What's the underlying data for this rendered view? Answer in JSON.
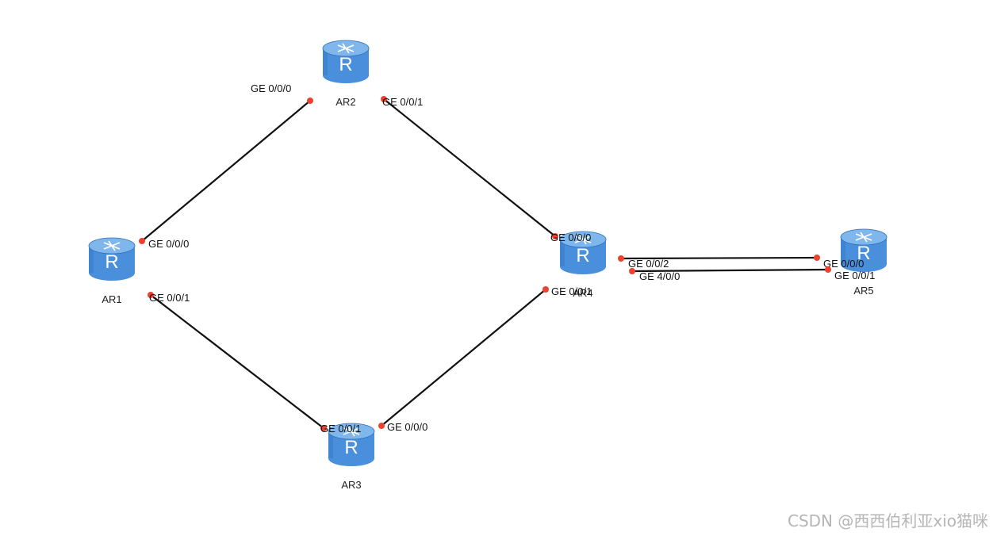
{
  "colors": {
    "link": "#111111",
    "port_dot": "#f0402e",
    "router_top": "#7fb7ec",
    "router_body": "#4a8fdc",
    "router_edge": "#2d6fbe"
  },
  "routers": [
    {
      "id": "AR1",
      "label": "AR1",
      "letter": "R",
      "icon": "router-icon"
    },
    {
      "id": "AR2",
      "label": "AR2",
      "letter": "R",
      "icon": "router-icon"
    },
    {
      "id": "AR3",
      "label": "AR3",
      "letter": "R",
      "icon": "router-icon"
    },
    {
      "id": "AR4",
      "label": "AR4",
      "letter": "R",
      "icon": "router-icon"
    },
    {
      "id": "AR5",
      "label": "AR5",
      "letter": "R",
      "icon": "router-icon"
    }
  ],
  "links": [
    {
      "from": "AR1",
      "to": "AR2",
      "from_port": "GE 0/0/0",
      "to_port": "GE 0/0/0"
    },
    {
      "from": "AR2",
      "to": "AR4",
      "from_port": "GE 0/0/1",
      "to_port": "GE 0/0/0"
    },
    {
      "from": "AR1",
      "to": "AR3",
      "from_port": "GE 0/0/1",
      "to_port": "GE 0/0/1"
    },
    {
      "from": "AR3",
      "to": "AR4",
      "from_port": "GE 0/0/0",
      "to_port": "GE 0/0/1"
    },
    {
      "from": "AR4",
      "to": "AR5",
      "from_port": "GE 0/0/2",
      "to_port": "GE 0/0/0"
    },
    {
      "from": "AR4",
      "to": "AR5",
      "from_port": "GE 4/0/0",
      "to_port": "GE 0/0/1"
    }
  ],
  "watermark": "CSDN @西西伯利亚xio猫咪"
}
